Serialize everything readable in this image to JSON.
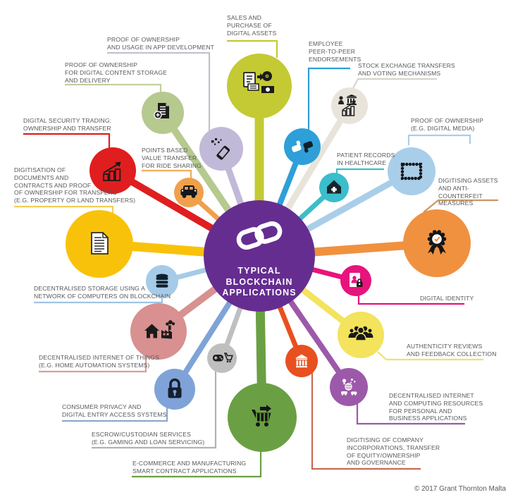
{
  "center": {
    "title": "TYPICAL\nBLOCKCHAIN\nAPPLICATIONS",
    "color": "#662D91",
    "icon": "chain-link-icon"
  },
  "nodes": [
    {
      "id": "sales",
      "label": "SALES AND\nPURCHASE OF\nDIGITAL ASSETS",
      "color": "#C3CA33",
      "line_color": "#C3CA33",
      "icon": "documents-money-icon"
    },
    {
      "id": "employee",
      "label": "EMPLOYEE\nPEER-TO-PEER\nENDORSEMENTS",
      "color": "#2E9FD8",
      "line_color": "#2E9FD8",
      "icon": "peer-endorsement-icon"
    },
    {
      "id": "stock",
      "label": "STOCK EXCHANGE TRANSFERS\nAND VOTING MECHANISMS",
      "color": "#E8E4DB",
      "line_color": "#D8D4C9",
      "icon": "stock-voting-icon"
    },
    {
      "id": "media",
      "label": "PROOF OF OWNERSHIP\n(E.G. DIGITAL MEDIA)",
      "color": "#A9CEE9",
      "line_color": "#A9CEE9",
      "icon": "picture-frame-icon"
    },
    {
      "id": "patient",
      "label": "PATIENT RECORDS\nIN HEALTHCARE",
      "color": "#3BBDCB",
      "line_color": "#3BBDCB",
      "icon": "health-house-icon"
    },
    {
      "id": "assets",
      "label": "DIGITISING ASSETS\nAND ANTI-COUNTERFEIT\nMEASURES",
      "color": "#F0913F",
      "line_color": "#C9985F",
      "icon": "rosette-badge-icon"
    },
    {
      "id": "identity",
      "label": "DIGITAL IDENTITY",
      "color": "#E8137D",
      "line_color": "#E8137D",
      "icon": "identity-document-icon"
    },
    {
      "id": "authenticity",
      "label": "AUTHENTICITY REVIEWS\nAND FEEDBACK COLLECTION",
      "color": "#F3E35D",
      "line_color": "#EFE070",
      "icon": "people-group-icon"
    },
    {
      "id": "internet",
      "label": "DECENTRALISED INTERNET\nAND COMPUTING RESOURCES\nFOR PERSONAL AND\nBUSINESS APPLICATIONS",
      "color": "#9C59A9",
      "line_color": "#9C59A9",
      "icon": "connected-devices-icon"
    },
    {
      "id": "company",
      "label": "DIGITISING OF COMPANY\nINCORPORATIONS, TRANSFER\nOF EQUITY/OWNERSHIP\nAND GOVERNANCE",
      "color": "#E85020",
      "line_color": "#C76B52",
      "icon": "bank-building-icon"
    },
    {
      "id": "ecommerce",
      "label": "E-COMMERCE AND MANUFACTURING\nSMART CONTRACT APPLICATIONS",
      "color": "#6AA043",
      "line_color": "#6AA043",
      "icon": "shopping-cart-icon"
    },
    {
      "id": "escrow",
      "label": "ESCROW/CUSTODIAN SERVICES\n(E.G. GAMING AND LOAN SERVICING)",
      "color": "#C0BFBF",
      "line_color": "#B3B2B2",
      "icon": "gamepad-cart-icon"
    },
    {
      "id": "privacy",
      "label": "CONSUMER PRIVACY AND\nDIGITAL ENTRY ACCESS SYSTEMS",
      "color": "#7FA3D8",
      "line_color": "#8CA8CC",
      "icon": "padlock-icon"
    },
    {
      "id": "iot",
      "label": "DECENTRALISED INTERNET OF THINGS\n(E.G. HOME AUTOMATION SYSTEMS)",
      "color": "#D89090",
      "line_color": "#DE9C98",
      "icon": "home-factory-icon"
    },
    {
      "id": "storage",
      "label": "DECENTRALISED STORAGE USING A\nNETWORK OF COMPUTERS ON BLOCKCHAIN",
      "color": "#A6CBE8",
      "line_color": "#9FC3E4",
      "icon": "database-icon"
    },
    {
      "id": "documents",
      "label": "DIGITISATION OF\nDOCUMENTS AND\nCONTRACTS AND PROOF\nOF OWNERSHIP FOR TRANSFERS\n(E.G. PROPERTY OR LAND TRANSFERS)",
      "color": "#F9C20A",
      "line_color": "#F2CE53",
      "icon": "contract-document-icon"
    },
    {
      "id": "security",
      "label": "DIGITAL SECURITY TRADING:\nOWNERSHIP AND TRANSFER",
      "color": "#E01E1F",
      "line_color": "#E01E1F",
      "icon": "trading-chart-icon"
    },
    {
      "id": "rideshare",
      "label": "POINTS BASED\nVALUE TRANSFER\nFOR RIDE SHARING",
      "color": "#F0A04C",
      "line_color": "#EFAE59",
      "icon": "car-icon"
    },
    {
      "id": "appdev",
      "label": "PROOF OF OWNERSHIP\nAND USAGE IN APP DEVELOPMENT",
      "color": "#C0B9D8",
      "line_color": "#C5C0CE",
      "icon": "mobile-app-icon"
    },
    {
      "id": "content",
      "label": "PROOF OF OWNERSHIP\nFOR DIGITAL CONTENT STORAGE\nAND DELIVERY",
      "color": "#B6C98F",
      "line_color": "#C2CFA0",
      "icon": "content-document-icon"
    }
  ],
  "footer": {
    "copyright": "© 2017 Grant Thornton Malta"
  },
  "text_color": "#57585B",
  "background": "#FFFFFF"
}
